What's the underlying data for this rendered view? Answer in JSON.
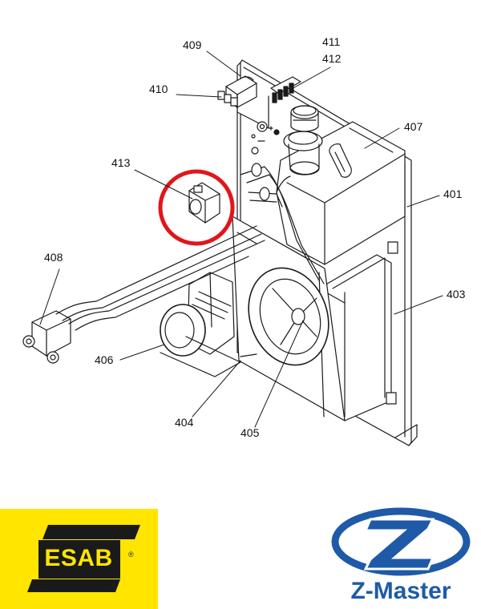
{
  "labels": {
    "l409": "409",
    "l410": "410",
    "l411": "411",
    "l412": "412",
    "l407": "407",
    "l413": "413",
    "l401": "401",
    "l408": "408",
    "l403": "403",
    "l406": "406",
    "l404": "404",
    "l405": "405"
  },
  "highlight_color": "#e0161b",
  "logos": {
    "esab": {
      "text": "ESAB",
      "registered": "®",
      "background": "#ffe500"
    },
    "zmaster": {
      "text": "Z-Master",
      "color": "#1e5aa8"
    }
  }
}
